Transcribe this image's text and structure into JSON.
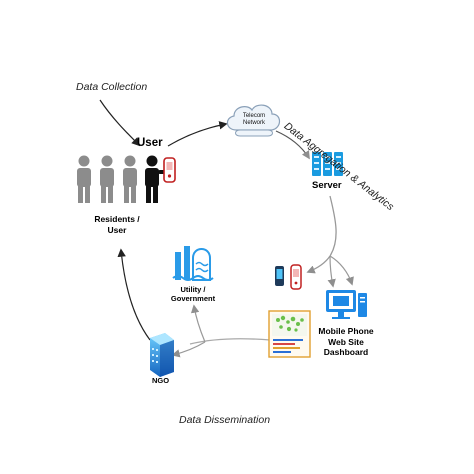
{
  "phases": {
    "collection": "Data Collection",
    "aggregation": "Data Aggregation & Analytics",
    "dissemination": "Data Dissemination"
  },
  "nodes": {
    "user": "User",
    "residents_line1": "Residents /",
    "residents_line2": "User",
    "telecom_line1": "Telecom",
    "telecom_line2": "Network",
    "server": "Server",
    "utility_line1": "Utility /",
    "utility_line2": "Government",
    "ngo": "NGO",
    "outputs_line1": "Mobile Phone",
    "outputs_line2": "Web Site",
    "outputs_line3": "Dashboard"
  },
  "colors": {
    "person_gray": "#8c8c8c",
    "person_active": "#111111",
    "server_blue": "#1a9be0",
    "monitor_blue": "#1e88e5",
    "dashboard_border": "#e0a030",
    "arrow_gray": "#9a9a9a",
    "arrow_black": "#222222"
  }
}
